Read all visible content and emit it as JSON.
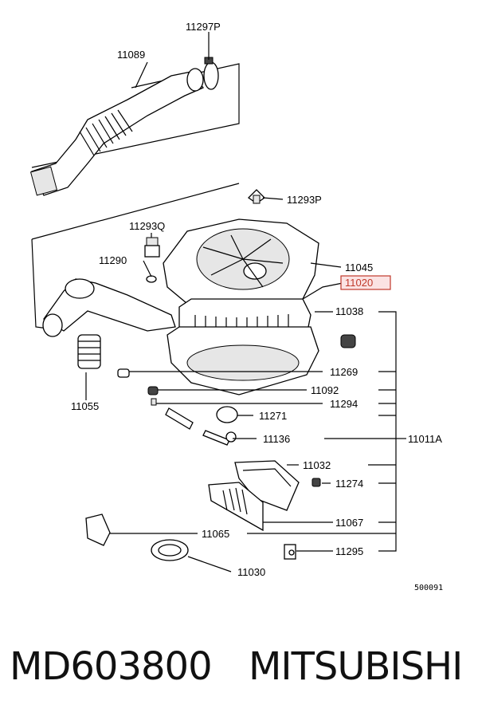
{
  "diagram": {
    "labels": {
      "l11297P": "11297P",
      "l11089": "11089",
      "l11293P": "11293P",
      "l11293Q": "11293Q",
      "l11290": "11290",
      "l11045": "11045",
      "l11020": "11020",
      "l11038": "11038",
      "l11055": "11055",
      "l11269": "11269",
      "l11092": "11092",
      "l11294": "11294",
      "l11271": "11271",
      "l11136": "11136",
      "l11011A": "11011A",
      "l11032": "11032",
      "l11274": "11274",
      "l11067": "11067",
      "l11065": "11065",
      "l11295": "11295",
      "l11030": "11030"
    },
    "highlight_color": "#c0392b",
    "reference_code": "500091"
  },
  "footer": {
    "part_number": "MD603800",
    "brand": "MITSUBISHI"
  }
}
